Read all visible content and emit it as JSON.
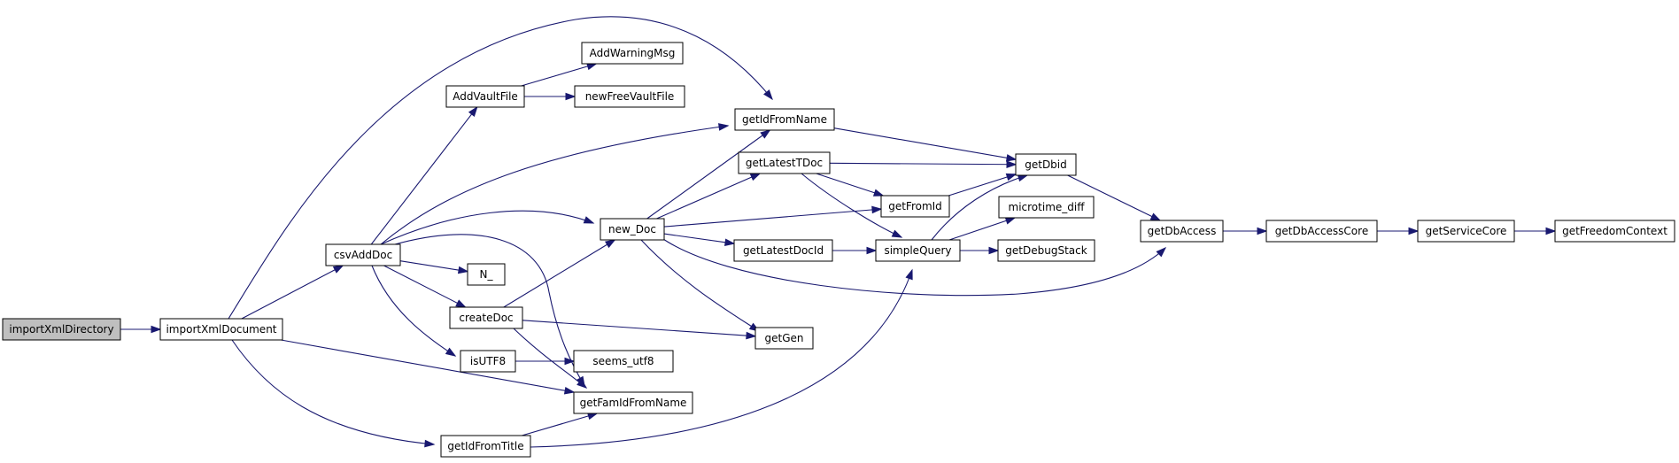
{
  "diagram": {
    "colors": {
      "edge": "#191970",
      "root_fill": "#bfbfbf",
      "node_fill": "#ffffff",
      "node_border": "#000000"
    },
    "nodes": [
      {
        "id": "importXmlDirectory",
        "label": "importXmlDirectory",
        "root": true
      },
      {
        "id": "importXmlDocument",
        "label": "importXmlDocument"
      },
      {
        "id": "csvAddDoc",
        "label": "csvAddDoc"
      },
      {
        "id": "AddVaultFile",
        "label": "AddVaultFile"
      },
      {
        "id": "AddWarningMsg",
        "label": "AddWarningMsg"
      },
      {
        "id": "newFreeVaultFile",
        "label": "newFreeVaultFile"
      },
      {
        "id": "N_",
        "label": "N_"
      },
      {
        "id": "createDoc",
        "label": "createDoc"
      },
      {
        "id": "isUTF8",
        "label": "isUTF8"
      },
      {
        "id": "seems_utf8",
        "label": "seems_utf8"
      },
      {
        "id": "getFamIdFromName",
        "label": "getFamIdFromName"
      },
      {
        "id": "getIdFromTitle",
        "label": "getIdFromTitle"
      },
      {
        "id": "new_Doc",
        "label": "new_Doc"
      },
      {
        "id": "getIdFromName",
        "label": "getIdFromName"
      },
      {
        "id": "getLatestTDoc",
        "label": "getLatestTDoc"
      },
      {
        "id": "getFromId",
        "label": "getFromId"
      },
      {
        "id": "getLatestDocId",
        "label": "getLatestDocId"
      },
      {
        "id": "getGen",
        "label": "getGen"
      },
      {
        "id": "simpleQuery",
        "label": "simpleQuery"
      },
      {
        "id": "getDbid",
        "label": "getDbid"
      },
      {
        "id": "microtime_diff",
        "label": "microtime_diff"
      },
      {
        "id": "getDebugStack",
        "label": "getDebugStack"
      },
      {
        "id": "getDbAccess",
        "label": "getDbAccess"
      },
      {
        "id": "getDbAccessCore",
        "label": "getDbAccessCore"
      },
      {
        "id": "getServiceCore",
        "label": "getServiceCore"
      },
      {
        "id": "getFreedomContext",
        "label": "getFreedomContext"
      }
    ],
    "edges": [
      [
        "importXmlDirectory",
        "importXmlDocument"
      ],
      [
        "importXmlDocument",
        "getIdFromName"
      ],
      [
        "importXmlDocument",
        "csvAddDoc"
      ],
      [
        "importXmlDocument",
        "getFamIdFromName"
      ],
      [
        "importXmlDocument",
        "getIdFromTitle"
      ],
      [
        "csvAddDoc",
        "AddVaultFile"
      ],
      [
        "csvAddDoc",
        "getIdFromName"
      ],
      [
        "csvAddDoc",
        "new_Doc"
      ],
      [
        "csvAddDoc",
        "getFamIdFromName"
      ],
      [
        "csvAddDoc",
        "N_"
      ],
      [
        "csvAddDoc",
        "createDoc"
      ],
      [
        "csvAddDoc",
        "isUTF8"
      ],
      [
        "AddVaultFile",
        "AddWarningMsg"
      ],
      [
        "AddVaultFile",
        "newFreeVaultFile"
      ],
      [
        "createDoc",
        "new_Doc"
      ],
      [
        "createDoc",
        "getGen"
      ],
      [
        "createDoc",
        "getFamIdFromName"
      ],
      [
        "isUTF8",
        "seems_utf8"
      ],
      [
        "getIdFromTitle",
        "getFamIdFromName"
      ],
      [
        "getIdFromTitle",
        "simpleQuery"
      ],
      [
        "new_Doc",
        "getIdFromName"
      ],
      [
        "new_Doc",
        "getLatestTDoc"
      ],
      [
        "new_Doc",
        "getFromId"
      ],
      [
        "new_Doc",
        "getLatestDocId"
      ],
      [
        "new_Doc",
        "getGen"
      ],
      [
        "new_Doc",
        "getDbAccess"
      ],
      [
        "getIdFromName",
        "getDbid"
      ],
      [
        "getLatestTDoc",
        "getDbid"
      ],
      [
        "getLatestTDoc",
        "getFromId"
      ],
      [
        "getLatestTDoc",
        "simpleQuery"
      ],
      [
        "getFromId",
        "getDbid"
      ],
      [
        "getLatestDocId",
        "simpleQuery"
      ],
      [
        "simpleQuery",
        "getDbid"
      ],
      [
        "simpleQuery",
        "microtime_diff"
      ],
      [
        "simpleQuery",
        "getDebugStack"
      ],
      [
        "getDbid",
        "getDbAccess"
      ],
      [
        "getDbAccess",
        "getDbAccessCore"
      ],
      [
        "getDbAccessCore",
        "getServiceCore"
      ],
      [
        "getServiceCore",
        "getFreedomContext"
      ]
    ]
  }
}
